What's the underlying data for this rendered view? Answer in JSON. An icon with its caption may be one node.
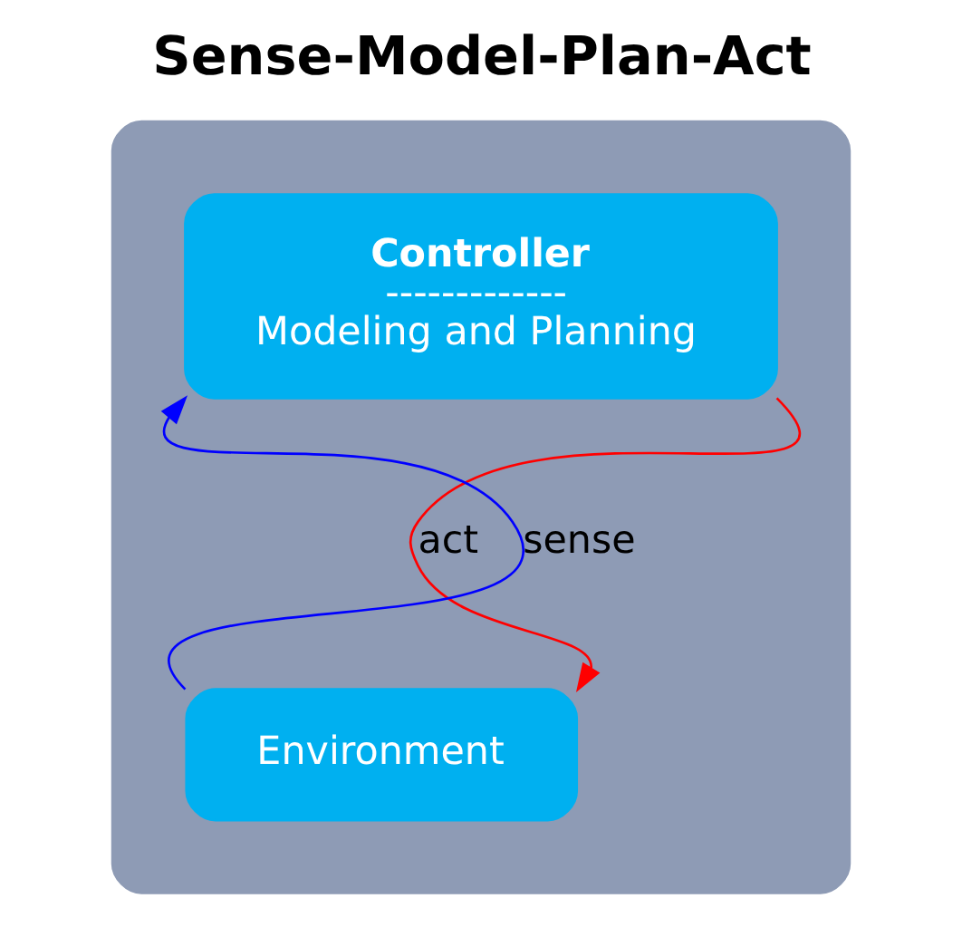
{
  "diagram": {
    "title": "Sense-Model-Plan-Act",
    "nodes": [
      {
        "text": [],
        "shape": "box"
      },
      {
        "text": [
          "Controller",
          "-------------",
          "Modeling and Planning"
        ],
        "in": 0
      },
      {
        "text": [
          "Environment"
        ],
        "in": 0
      }
    ],
    "edges": [
      {
        "from": 2,
        "to": 1,
        "arrow": "to",
        "label": "sense",
        "color": "#0000ff"
      },
      {
        "from": 1,
        "to": 2,
        "arrow": "to",
        "label": "act",
        "color": "#ff0000"
      }
    ]
  }
}
